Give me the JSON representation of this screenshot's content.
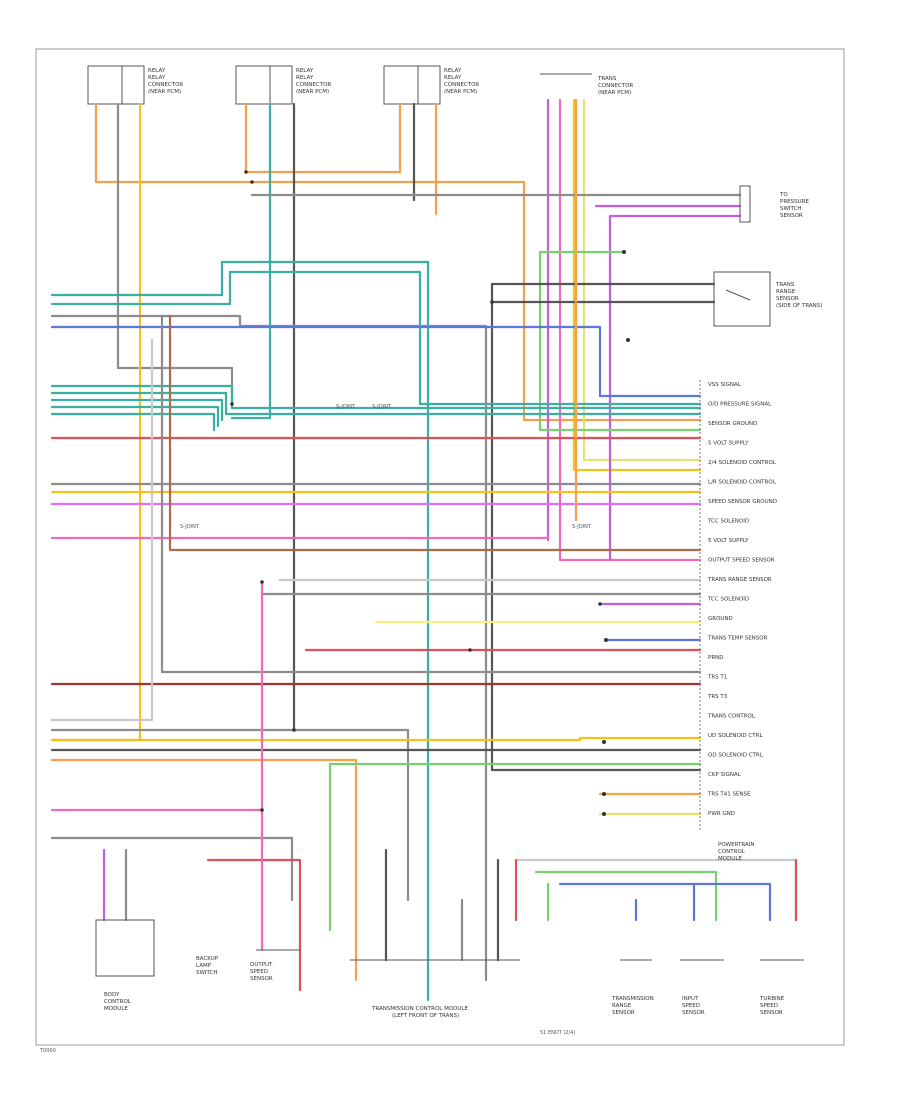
{
  "diagram": {
    "page_code": "T0000",
    "footer_label": "51 ENDT (2/4)",
    "colors": {
      "orange": "#f5a04c",
      "grey": "#8c8c8c",
      "yellow": "#f5c21b",
      "teal": "#3bb0a0",
      "violet": "#c060e0",
      "red": "#e0505a",
      "pink": "#f06ab8",
      "blue": "#5a78d8",
      "green": "#7ad070",
      "lightgreen": "#b8f0a0",
      "brown": "#b06a4a",
      "darkgrey": "#555555",
      "lightyellow": "#f8f080",
      "dkred": "#a83030",
      "frame": "#888888"
    },
    "pcm_pins": [
      {
        "name": "VSS SIGNAL"
      },
      {
        "name": "O/D PRESSURE SIGNAL"
      },
      {
        "name": "SENSOR GROUND"
      },
      {
        "name": "5 VOLT SUPPLY"
      },
      {
        "name": "2/4 SOLENOID CONTROL"
      },
      {
        "name": "L/R SOLENOID CONTROL"
      },
      {
        "name": "SPEED SENSOR GROUND"
      },
      {
        "name": "TCC SOLENOID"
      },
      {
        "name": "5 VOLT SUPPLY"
      },
      {
        "name": "OUTPUT SPEED SENSOR"
      },
      {
        "name": "TRANS RANGE SENSOR"
      },
      {
        "name": "TCC SOLENOID"
      },
      {
        "name": "GROUND"
      },
      {
        "name": "TRANS TEMP SENSOR"
      },
      {
        "name": "PRND"
      },
      {
        "name": "TRS T1"
      },
      {
        "name": "TRS T3"
      },
      {
        "name": "TRANS CONTROL"
      },
      {
        "name": "UD SOLENOID CTRL"
      },
      {
        "name": "OD SOLENOID CTRL"
      },
      {
        "name": "CKP SIGNAL"
      },
      {
        "name": "TRS T41 SENSE"
      },
      {
        "name": "PWR GND"
      }
    ],
    "components": {
      "top1": [
        "RELAY",
        "RELAY",
        "CONNECTOR",
        "(NEAR PCM)"
      ],
      "top2": [
        "RELAY",
        "RELAY",
        "CONNECTOR",
        "(NEAR PCM)"
      ],
      "top3": [
        "RELAY",
        "RELAY",
        "CONNECTOR",
        "(NEAR PCM)"
      ],
      "top4": [
        "TRANS",
        "CONNECTOR",
        "(NEAR PCM)"
      ],
      "right1": [
        "TO",
        "PRESSURE",
        "SWITCH",
        "SENSOR"
      ],
      "right2": [
        "TRANS",
        "RANGE",
        "SENSOR",
        "(SIDE OF TRANS)"
      ],
      "bottom1": [
        "BODY",
        "CONTROL",
        "MODULE"
      ],
      "bottom2": [
        "BACKUP",
        "LAMP",
        "SWITCH"
      ],
      "bottom3": [
        "OUTPUT",
        "SPEED",
        "SENSOR"
      ],
      "bottom4": [
        "TRANSMISSION CONTROL MODULE",
        "(LEFT FRONT OF TRANS)"
      ],
      "bottom5": [
        "TRANSMISSION",
        "RANGE",
        "SENSOR"
      ],
      "bottom6": [
        "INPUT",
        "SPEED",
        "SENSOR"
      ],
      "bottom7": [
        "TURBINE",
        "SPEED",
        "SENSOR"
      ],
      "pcm_label": [
        "POWERTRAIN",
        "CONTROL",
        "MODULE"
      ]
    }
  }
}
